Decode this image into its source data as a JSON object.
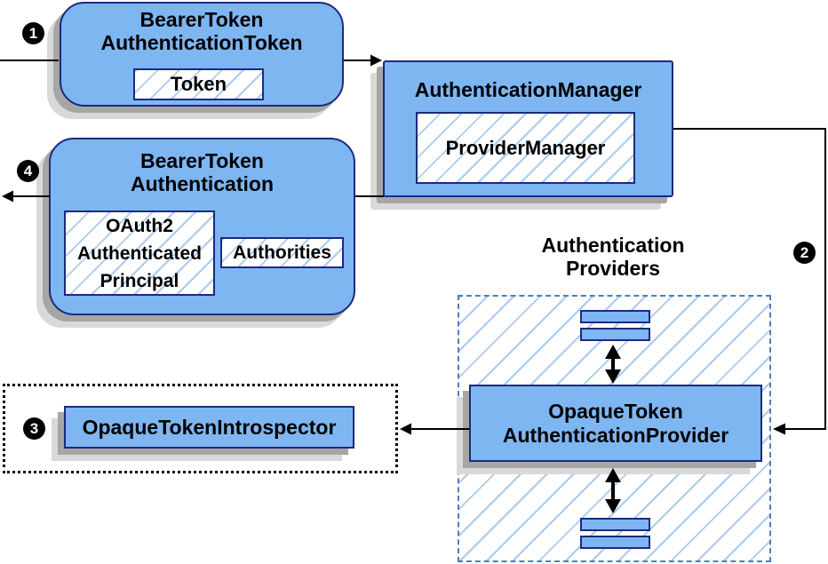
{
  "badges": {
    "step1": "1",
    "step2": "2",
    "step3": "3",
    "step4": "4"
  },
  "nodes": {
    "bearer_token_authentication_token": {
      "title": [
        "BearerToken",
        "AuthenticationToken"
      ],
      "token_label": "Token"
    },
    "authentication_manager": {
      "title": "AuthenticationManager",
      "provider_manager_label": "ProviderManager"
    },
    "bearer_token_authentication": {
      "title": [
        "BearerToken",
        "Authentication"
      ],
      "principal_label": [
        "OAuth2",
        "Authenticated",
        "Principal"
      ],
      "authorities_label": "Authorities"
    },
    "opaque_token_authentication_provider": {
      "title": [
        "OpaqueToken",
        "AuthenticationProvider"
      ]
    },
    "opaque_token_introspector": {
      "title": "OpaqueTokenIntrospector"
    }
  },
  "labels": {
    "authentication_providers": [
      "Authentication",
      "Providers"
    ]
  },
  "colors": {
    "node_fill": "#7EB6F2",
    "node_border": "#1B2A80",
    "hatch_line": "#A9CBEF",
    "dashed_border": "#4C7FC1",
    "shadow_dark": "#A6A6A6",
    "shadow_light": "#D9D9D9",
    "arrow": "#000000",
    "text": "#000000"
  }
}
